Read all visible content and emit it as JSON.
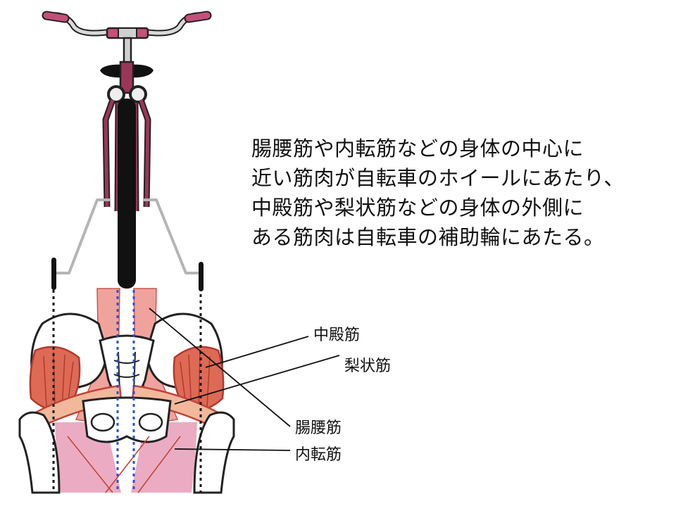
{
  "caption": {
    "lines": [
      "腸腰筋や内転筋などの身体の中心に",
      "近い筋肉が自転車のホイールにあたり、",
      "中殿筋や梨状筋などの身体の外側に",
      "ある筋肉は自転車の補助輪にあたる。"
    ]
  },
  "labels": {
    "gluteus_medius": "中殿筋",
    "piriformis": "梨状筋",
    "iliopsoas": "腸腰筋",
    "adductor": "内転筋"
  },
  "colors": {
    "frame": "#9b3657",
    "grip": "#c4507a",
    "tire": "#111111",
    "training_wheel_arm": "#b5b5b5",
    "outer_guide_line": "#111111",
    "center_guide_line": "#2c4fd6",
    "gluteal_muscle": "#dd6a55",
    "piriformis_muscle": "#f2b89c",
    "adductor_muscle": "#e9a3bd",
    "iliopsoas_muscle": "#ef9a93"
  }
}
